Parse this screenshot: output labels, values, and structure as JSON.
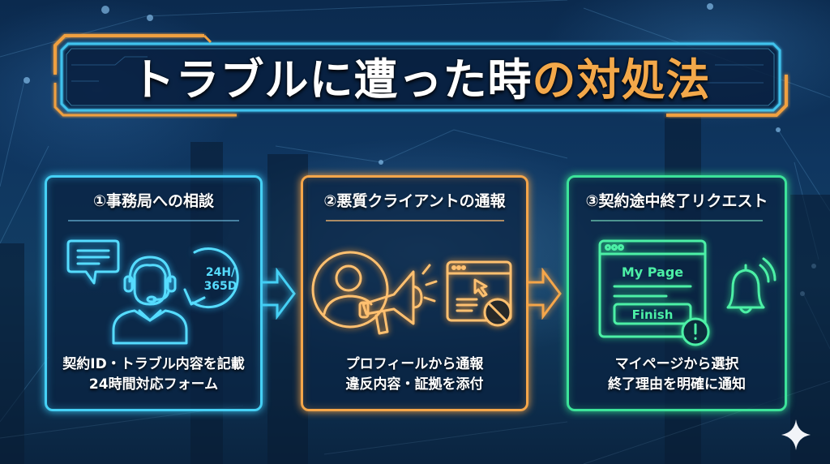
{
  "title": {
    "main": "トラブルに遭った時",
    "accent": "の対処法"
  },
  "colors": {
    "card1": "#45d0f5",
    "card2": "#f5a64a",
    "card3": "#3ce39a",
    "title_accent": "#f3a84a",
    "title_frame_outer": "#f0a040",
    "title_frame_inner": "#3fc3ee"
  },
  "cards": [
    {
      "title": "①事務局への相談",
      "icons": [
        "chat-bubble-icon",
        "support-agent-headset-icon",
        "24h-365d-cycle-icon"
      ],
      "icon_text": [
        "24H/",
        "365D"
      ],
      "desc": [
        "契約ID・トラブル内容を記載",
        "24時間対応フォーム"
      ]
    },
    {
      "title": "②悪質クライアントの通報",
      "icons": [
        "user-profile-icon",
        "megaphone-icon",
        "browser-blocked-icon"
      ],
      "desc": [
        "プロフィールから通報",
        "違反内容・証拠を添付"
      ]
    },
    {
      "title": "③契約途中終了リクエスト",
      "icons": [
        "browser-mypage-icon",
        "warning-icon",
        "bell-notification-icon"
      ],
      "icon_text": [
        "My Page",
        "Finish",
        "!"
      ],
      "desc": [
        "マイページから選択",
        "終了理由を明確に通知"
      ]
    }
  ]
}
